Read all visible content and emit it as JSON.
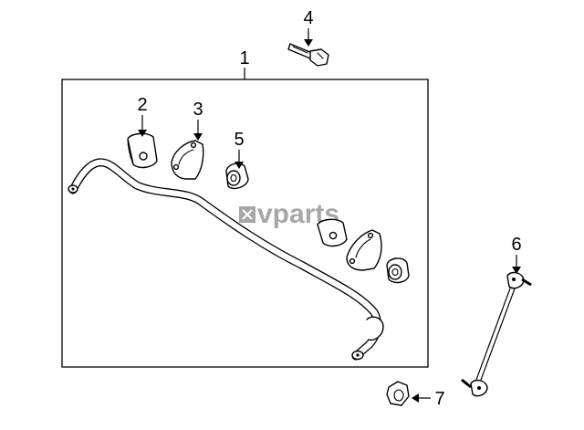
{
  "diagram": {
    "callouts": {
      "c1": "1",
      "c2": "2",
      "c3": "3",
      "c4": "4",
      "c5": "5",
      "c6": "6",
      "c7": "7"
    },
    "watermark": "vparts"
  }
}
